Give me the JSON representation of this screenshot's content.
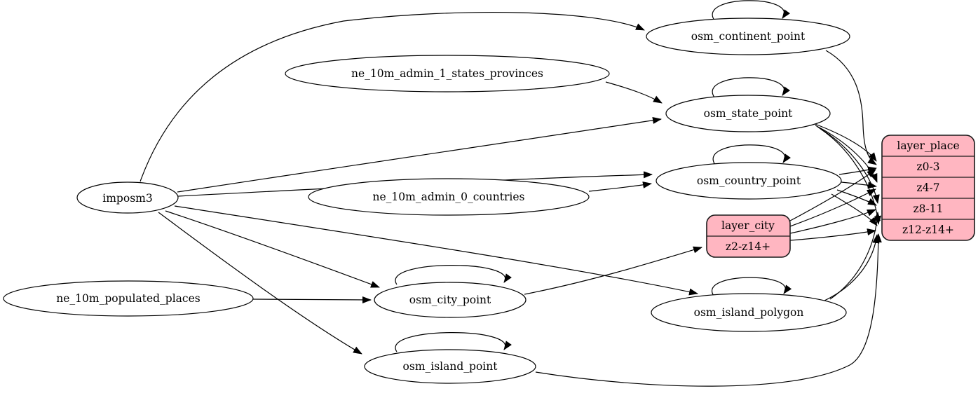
{
  "diagram_type": "etl-graph",
  "colors": {
    "record_fill": "#ffb6c1",
    "table_fill": "#ffffff",
    "edge_stroke": "#000000",
    "background": "#ffffff"
  },
  "nodes": {
    "imposm3": {
      "label": "imposm3"
    },
    "ne_10m_admin_1_states_provinces": {
      "label": "ne_10m_admin_1_states_provinces"
    },
    "ne_10m_admin_0_countries": {
      "label": "ne_10m_admin_0_countries"
    },
    "ne_10m_populated_places": {
      "label": "ne_10m_populated_places"
    },
    "osm_continent_point": {
      "label": "osm_continent_point"
    },
    "osm_state_point": {
      "label": "osm_state_point"
    },
    "osm_country_point": {
      "label": "osm_country_point"
    },
    "osm_city_point": {
      "label": "osm_city_point"
    },
    "osm_island_polygon": {
      "label": "osm_island_polygon"
    },
    "osm_island_point": {
      "label": "osm_island_point"
    }
  },
  "records": {
    "layer_city": {
      "title": "layer_city",
      "rows": [
        "z2-z14+"
      ]
    },
    "layer_place": {
      "title": "layer_place",
      "rows": [
        "z0-3",
        "z4-7",
        "z8-11",
        "z12-z14+"
      ]
    }
  },
  "edges": [
    {
      "from": "imposm3",
      "to": "osm_continent_point"
    },
    {
      "from": "imposm3",
      "to": "osm_state_point"
    },
    {
      "from": "imposm3",
      "to": "osm_country_point"
    },
    {
      "from": "imposm3",
      "to": "osm_city_point"
    },
    {
      "from": "imposm3",
      "to": "osm_island_polygon"
    },
    {
      "from": "imposm3",
      "to": "osm_island_point"
    },
    {
      "from": "ne_10m_admin_1_states_provinces",
      "to": "osm_state_point"
    },
    {
      "from": "ne_10m_admin_0_countries",
      "to": "osm_country_point"
    },
    {
      "from": "ne_10m_populated_places",
      "to": "osm_city_point"
    },
    {
      "from": "osm_continent_point",
      "to": "osm_continent_point"
    },
    {
      "from": "osm_state_point",
      "to": "osm_state_point"
    },
    {
      "from": "osm_country_point",
      "to": "osm_country_point"
    },
    {
      "from": "osm_city_point",
      "to": "osm_city_point"
    },
    {
      "from": "osm_island_polygon",
      "to": "osm_island_polygon"
    },
    {
      "from": "osm_island_point",
      "to": "osm_island_point"
    },
    {
      "from": "osm_city_point",
      "to": "layer_city:z2-z14+"
    },
    {
      "from": "osm_continent_point",
      "to": "layer_place:z0-3"
    },
    {
      "from": "osm_state_point",
      "to": "layer_place:z0-3"
    },
    {
      "from": "osm_state_point",
      "to": "layer_place:z4-7"
    },
    {
      "from": "osm_state_point",
      "to": "layer_place:z8-11"
    },
    {
      "from": "osm_state_point",
      "to": "layer_place:z12-z14+"
    },
    {
      "from": "osm_country_point",
      "to": "layer_place:z0-3"
    },
    {
      "from": "osm_country_point",
      "to": "layer_place:z4-7"
    },
    {
      "from": "osm_country_point",
      "to": "layer_place:z8-11"
    },
    {
      "from": "osm_country_point",
      "to": "layer_place:z12-z14+"
    },
    {
      "from": "layer_city",
      "to": "layer_place:z0-3"
    },
    {
      "from": "layer_city",
      "to": "layer_place:z4-7"
    },
    {
      "from": "layer_city",
      "to": "layer_place:z8-11"
    },
    {
      "from": "layer_city",
      "to": "layer_place:z12-z14+"
    },
    {
      "from": "osm_island_polygon",
      "to": "layer_place:z8-11"
    },
    {
      "from": "osm_island_polygon",
      "to": "layer_place:z12-z14+"
    },
    {
      "from": "osm_island_point",
      "to": "layer_place:z12-z14+"
    }
  ]
}
